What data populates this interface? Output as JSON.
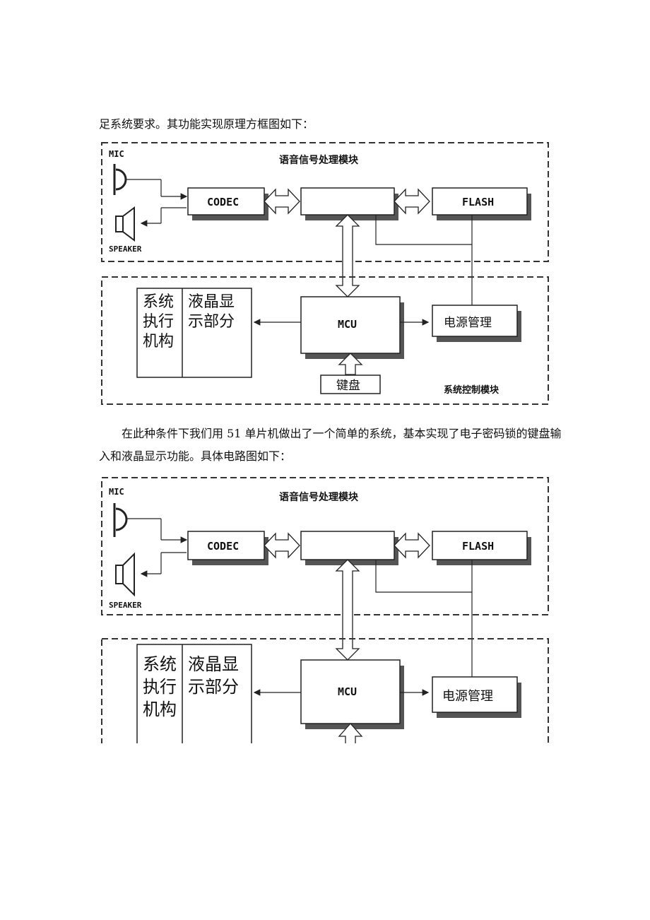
{
  "paragraph_1": "足系统要求。其功能实现原理方框图如下：",
  "paragraph_2": "在此种条件下我们用 51 单片机做出了一个简单的系统，基本实现了电子密码锁的键盘输入和液晶显示功能。具体电路图如下：",
  "diagram": {
    "mic_label": "MIC",
    "speaker_label": "SPEAKER",
    "voice_module_title": "语音信号处理模块",
    "codec_label": "CODEC",
    "flash_label": "FLASH",
    "mcu_label": "MCU",
    "power_label": "电源管理",
    "keyboard_label": "键盘",
    "control_module_title": "系统控制模块",
    "exec_label_line1": "系统",
    "exec_label_line2": "执行",
    "exec_label_line3": "机构",
    "lcd_label_line1": "液晶显",
    "lcd_label_line2": "示部分"
  }
}
